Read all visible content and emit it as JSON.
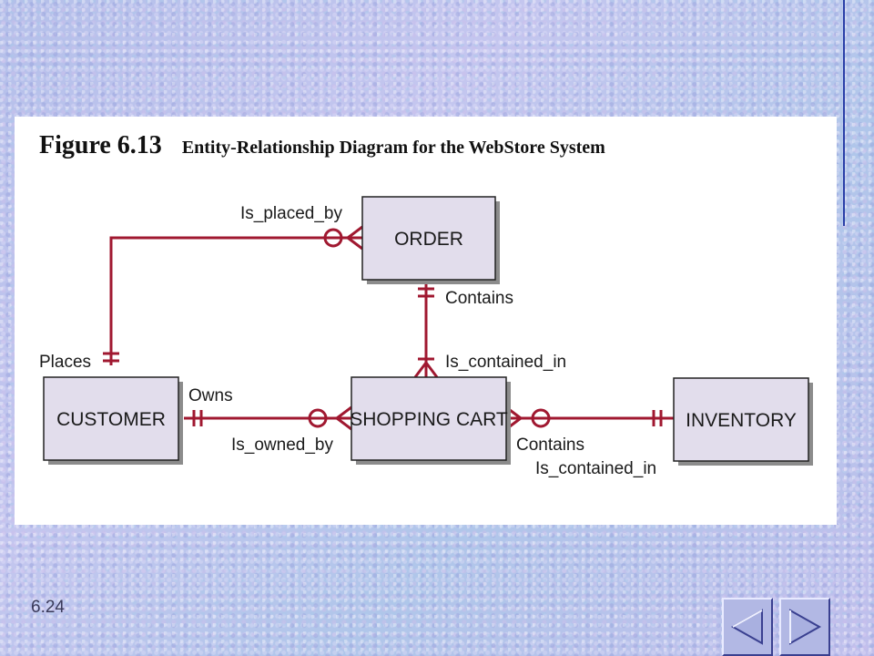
{
  "figure": {
    "number": "Figure 6.13",
    "caption": "Entity-Relationship Diagram for the WebStore System"
  },
  "entities": {
    "order": "ORDER",
    "customer": "CUSTOMER",
    "shopping_cart": "SHOPPING CART",
    "inventory": "INVENTORY"
  },
  "relationships": {
    "is_placed_by": "Is_placed_by",
    "places": "Places",
    "order_contains": "Contains",
    "cart_is_contained_in": "Is_contained_in",
    "owns": "Owns",
    "is_owned_by": "Is_owned_by",
    "cart_contains": "Contains",
    "inventory_is_contained_in": "Is_contained_in"
  },
  "colors": {
    "connector": "#a01830",
    "entity_fill": "#e2ddec",
    "entity_shadow": "#8c8c8c",
    "entity_border": "#222222"
  },
  "footer": {
    "slide_number": "6.24",
    "prev_icon": "triangle-left-icon",
    "next_icon": "triangle-right-icon"
  }
}
